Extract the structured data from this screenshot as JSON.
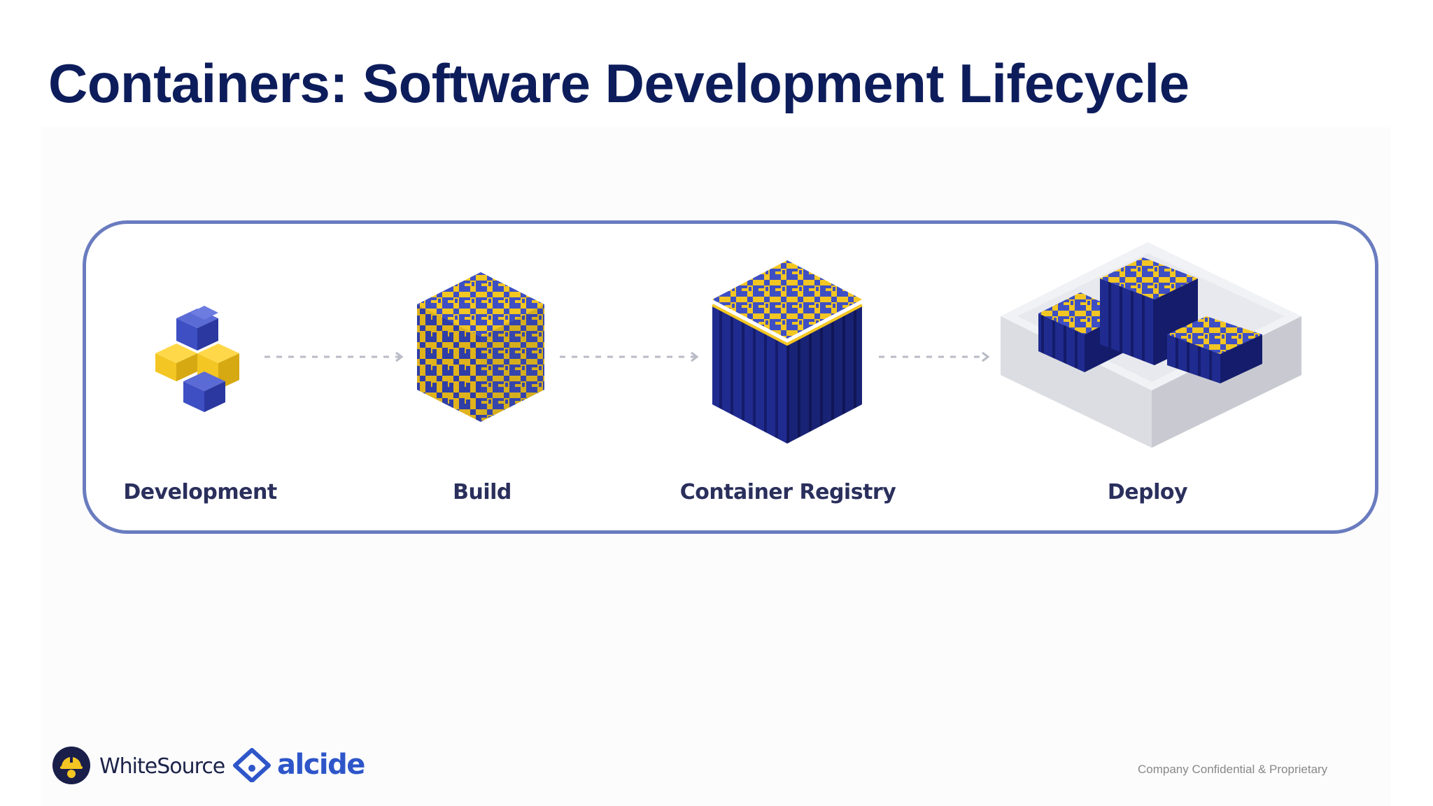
{
  "slide": {
    "title": "Containers: Software Development Lifecycle",
    "footer_note": "Company Confidential & Proprietary"
  },
  "diagram": {
    "stages": [
      {
        "label": "Development",
        "icon": "dev-blocks-icon"
      },
      {
        "label": "Build",
        "icon": "build-cube-icon"
      },
      {
        "label": "Container Registry",
        "icon": "container-registry-icon"
      },
      {
        "label": "Deploy",
        "icon": "deploy-tray-icon"
      }
    ],
    "connector": "dashed-arrow"
  },
  "logos": {
    "whitesource": "WhiteSource",
    "alcide": "alcide"
  },
  "colors": {
    "title": "#0d1d5b",
    "frame": "#6a7cbf",
    "navy": "#1f2d8a",
    "blue": "#3e4fc4",
    "yellow": "#f3c623",
    "grey_tray": "#e3e4e8"
  }
}
